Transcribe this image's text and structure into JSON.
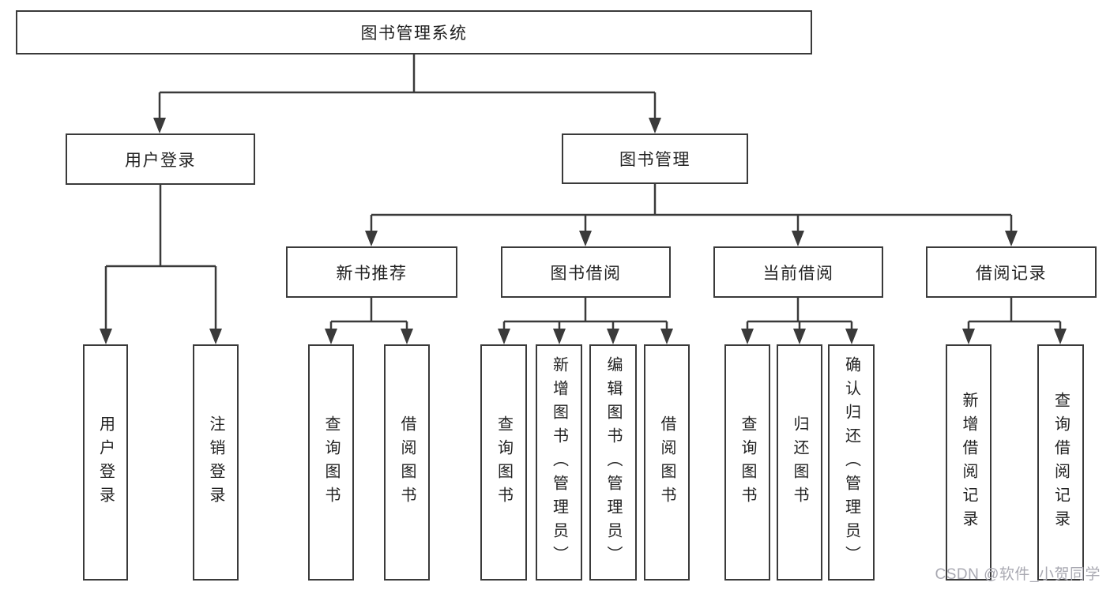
{
  "tree": {
    "root": {
      "label": "图书管理系统"
    },
    "level2": [
      {
        "label": "用户登录",
        "children": [
          {
            "label": "用户登录"
          },
          {
            "label": "注销登录"
          }
        ]
      },
      {
        "label": "图书管理",
        "children": [
          {
            "label": "新书推荐",
            "children": [
              {
                "label": "查询图书"
              },
              {
                "label": "借阅图书"
              }
            ]
          },
          {
            "label": "图书借阅",
            "children": [
              {
                "label": "查询图书"
              },
              {
                "label": "新增图书（管理员）"
              },
              {
                "label": "编辑图书（管理员）"
              },
              {
                "label": "借阅图书"
              }
            ]
          },
          {
            "label": "当前借阅",
            "children": [
              {
                "label": "查询图书"
              },
              {
                "label": "归还图书"
              },
              {
                "label": "确认归还（管理员）"
              }
            ]
          },
          {
            "label": "借阅记录",
            "children": [
              {
                "label": "新增借阅记录"
              },
              {
                "label": "查询借阅记录"
              }
            ]
          }
        ]
      }
    ]
  },
  "watermark": {
    "text": "CSDN @软件_小贺同学"
  },
  "colors": {
    "line": "#3a3a3a",
    "box_border": "#3a3a3a",
    "text": "#222222",
    "watermark": "#a9a9b2",
    "background": "#ffffff"
  }
}
